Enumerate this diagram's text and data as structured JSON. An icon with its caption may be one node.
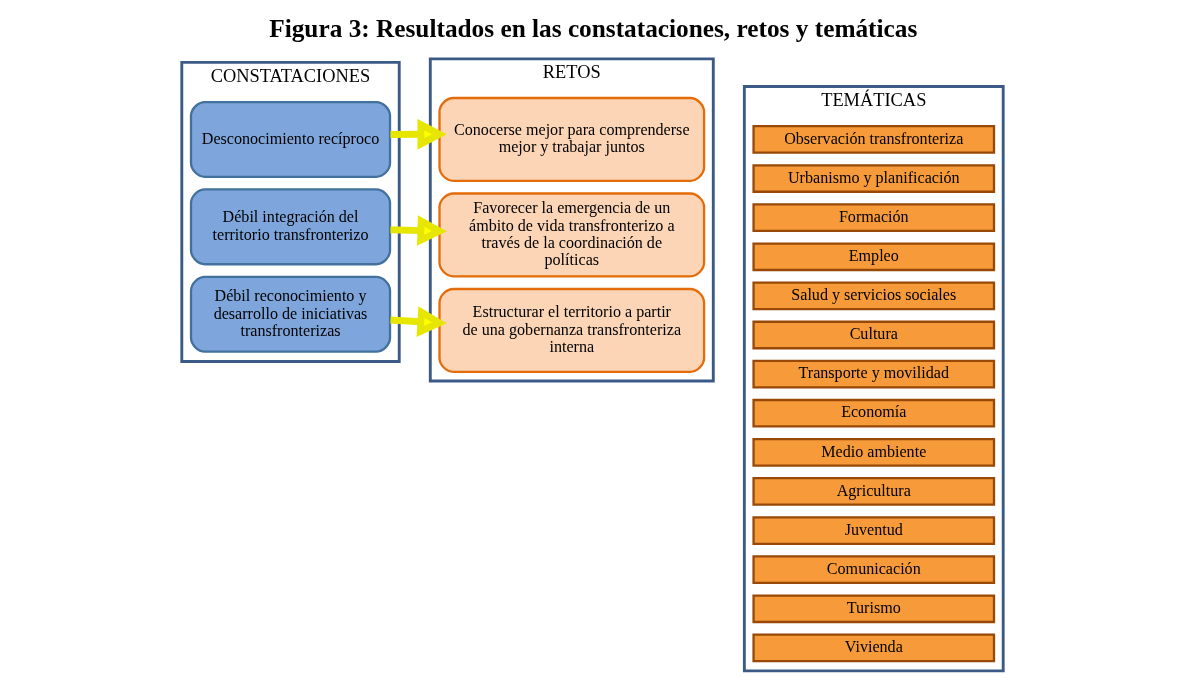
{
  "diagram": {
    "title": "Figura 3: Resultados en las constataciones, retos y temáticas",
    "nodes": [
      {
        "text": [
          "CONSTATACIONES"
        ]
      },
      {
        "text": [
          "Desconocimiento recíproco"
        ],
        "in": 0
      },
      {
        "text": [
          "Débil integración del territorio transfronterizo"
        ],
        "in": 0
      },
      {
        "text": [
          "Débil reconocimiento y desarrollo de iniciativas transfronterizas"
        ],
        "in": 0
      },
      {
        "text": [
          "RETOS"
        ]
      },
      {
        "text": [
          "Conocerse mejor para comprenderse mejor y trabajar juntos"
        ],
        "in": 4
      },
      {
        "text": [
          "Favorecer la emergencia de un ámbito de vida transfronterizo a través de la coordinación de políticas"
        ],
        "in": 4
      },
      {
        "text": [
          "Estructurar el territorio a partir de una gobernanza transfronteriza interna"
        ],
        "in": 4
      },
      {
        "text": [
          "TEMÁTICAS"
        ]
      },
      {
        "text": [
          "Observación transfronteriza"
        ],
        "in": 8
      },
      {
        "text": [
          "Urbanismo y planificación"
        ],
        "in": 8
      },
      {
        "text": [
          "Formación"
        ],
        "in": 8
      },
      {
        "text": [
          "Empleo"
        ],
        "in": 8
      },
      {
        "text": [
          "Salud y servicios sociales"
        ],
        "in": 8
      },
      {
        "text": [
          "Cultura"
        ],
        "in": 8
      },
      {
        "text": [
          "Transporte y movilidad"
        ],
        "in": 8
      },
      {
        "text": [
          "Economía"
        ],
        "in": 8
      },
      {
        "text": [
          "Medio ambiente"
        ],
        "in": 8
      },
      {
        "text": [
          "Agricultura"
        ],
        "in": 8
      },
      {
        "text": [
          "Juventud"
        ],
        "in": 8
      },
      {
        "text": [
          "Comunicación"
        ],
        "in": 8
      },
      {
        "text": [
          "Turismo"
        ],
        "in": 8
      },
      {
        "text": [
          "Vivienda"
        ],
        "in": 8
      }
    ],
    "edges": [
      {
        "from": 1,
        "to": 5,
        "arrow": "to"
      },
      {
        "from": 2,
        "to": 6,
        "arrow": "to"
      },
      {
        "from": 3,
        "to": 7,
        "arrow": "to"
      }
    ]
  }
}
